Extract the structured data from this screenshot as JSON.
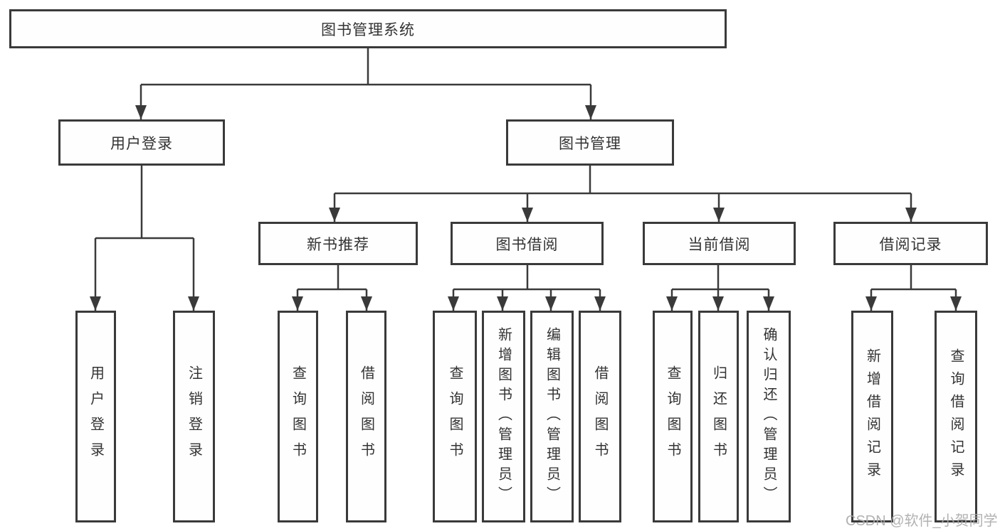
{
  "diagram": {
    "root": "图书管理系统",
    "branches": [
      {
        "label": "用户登录",
        "leaves": [
          "用户登录",
          "注销登录"
        ]
      },
      {
        "label": "图书管理",
        "groups": [
          {
            "label": "新书推荐",
            "leaves": [
              "查询图书",
              "借阅图书"
            ]
          },
          {
            "label": "图书借阅",
            "leaves": [
              "查询图书",
              "新增图书（管理员）",
              "编辑图书（管理员）",
              "借阅图书"
            ]
          },
          {
            "label": "当前借阅",
            "leaves": [
              "查询图书",
              "归还图书",
              "确认归还（管理员）"
            ]
          },
          {
            "label": "借阅记录",
            "leaves": [
              "新增借阅记录",
              "查询借阅记录"
            ]
          }
        ]
      }
    ]
  },
  "watermark": "CSDN @软件_小贺同学",
  "colors": {
    "line": "#3a3a3a",
    "text": "#333333",
    "box_fill": "#fefefe",
    "watermark": "#aaaaaa",
    "background": "#ffffff"
  }
}
